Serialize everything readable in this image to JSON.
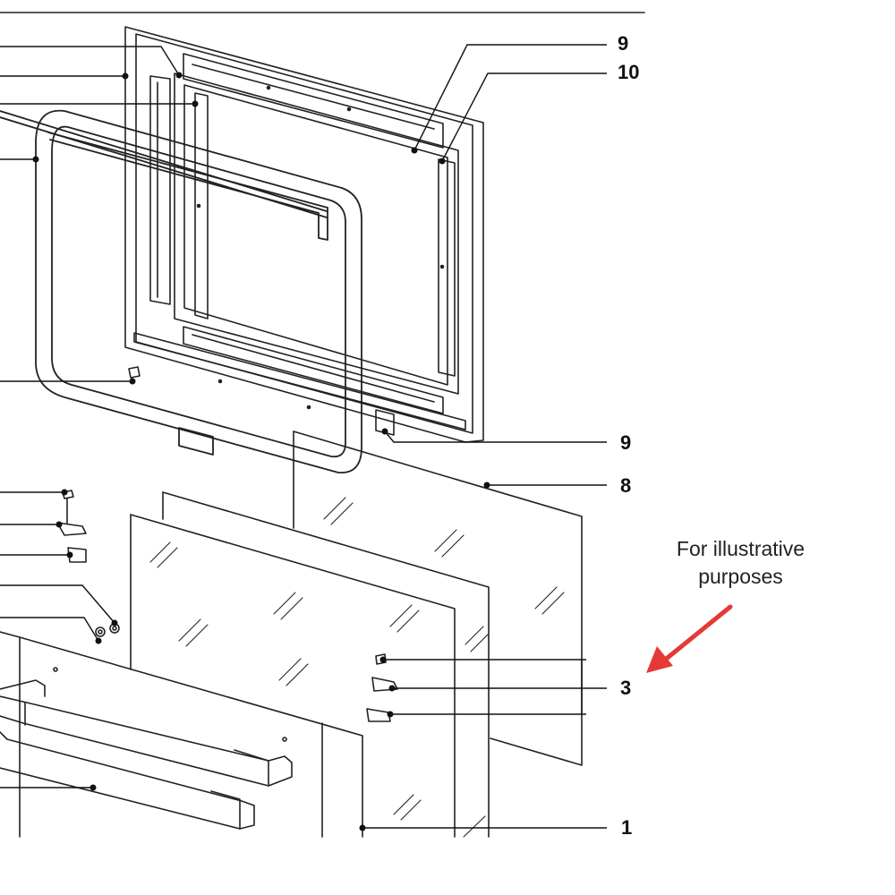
{
  "callouts": {
    "c9_top": "9",
    "c10": "10",
    "c9_bottom": "9",
    "c8": "8",
    "c3": "3",
    "c1": "1"
  },
  "note": {
    "text": "For illustrative purposes",
    "arrow_color": "#e53935"
  }
}
